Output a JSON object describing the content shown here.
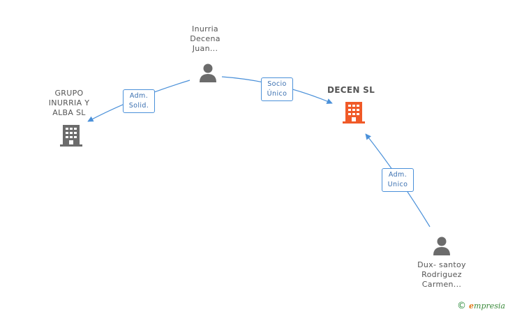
{
  "nodes": {
    "person_top": {
      "label": "Inurria\nDecena\nJuan..."
    },
    "company_left": {
      "label": "GRUPO\nINURRIA Y\nALBA SL"
    },
    "company_main": {
      "label": "DECEN SL"
    },
    "person_bottom": {
      "label": "Dux- santoy\nRodriguez\nCarmen..."
    }
  },
  "edges": {
    "adm_solid": {
      "label": "Adm.\nSolid."
    },
    "socio_unico": {
      "label": "Socio\nÚnico"
    },
    "adm_unico": {
      "label": "Adm.\nUnico"
    }
  },
  "colors": {
    "edge": "#4a90d9",
    "person_icon": "#6b6b6b",
    "company_icon": "#6b6b6b",
    "main_company_icon": "#f05a28"
  },
  "footer": {
    "copyright": "©",
    "brand_initial": "e",
    "brand_rest": "mpresia"
  }
}
